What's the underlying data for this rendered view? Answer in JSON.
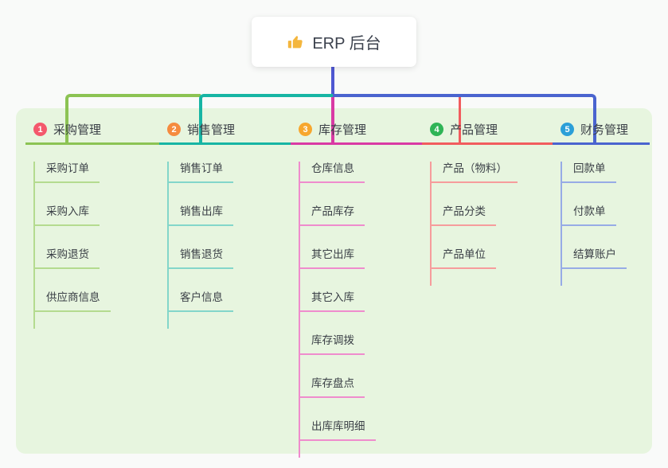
{
  "root": {
    "title": "ERP 后台",
    "icon": "thumbs-up-icon"
  },
  "colors": {
    "page_bg": "#f9faf9",
    "panel_bg": "#e7f5df",
    "card_bg": "#ffffff",
    "text": "#3a3f46",
    "root_line": "#4f58d2",
    "thumb_icon": "#f4b63d"
  },
  "branches": [
    {
      "num": "1",
      "label": "采购管理",
      "badge_color": "#f4586c",
      "line_color": "#8cc353",
      "child_line_color": "#b4db8f",
      "children": [
        "采购订单",
        "采购入库",
        "采购退货",
        "供应商信息"
      ]
    },
    {
      "num": "2",
      "label": "销售管理",
      "badge_color": "#f58b3f",
      "line_color": "#17b5a4",
      "child_line_color": "#83d6ca",
      "children": [
        "销售订单",
        "销售出库",
        "销售退货",
        "客户信息"
      ]
    },
    {
      "num": "3",
      "label": "库存管理",
      "badge_color": "#f7a72e",
      "line_color": "#d93aa4",
      "child_line_color": "#ef8ccd",
      "children": [
        "仓库信息",
        "产品库存",
        "其它出库",
        "其它入库",
        "库存调拨",
        "库存盘点",
        "出库库明细"
      ]
    },
    {
      "num": "4",
      "label": "产品管理",
      "badge_color": "#2fb456",
      "line_color": "#f15c5e",
      "child_line_color": "#f69c9c",
      "children": [
        "产品（物料）",
        "产品分类",
        "产品单位"
      ]
    },
    {
      "num": "5",
      "label": "财务管理",
      "badge_color": "#2b9fd8",
      "line_color": "#4a64cf",
      "child_line_color": "#97abe6",
      "children": [
        "回款单",
        "付款单",
        "结算账户"
      ]
    }
  ]
}
